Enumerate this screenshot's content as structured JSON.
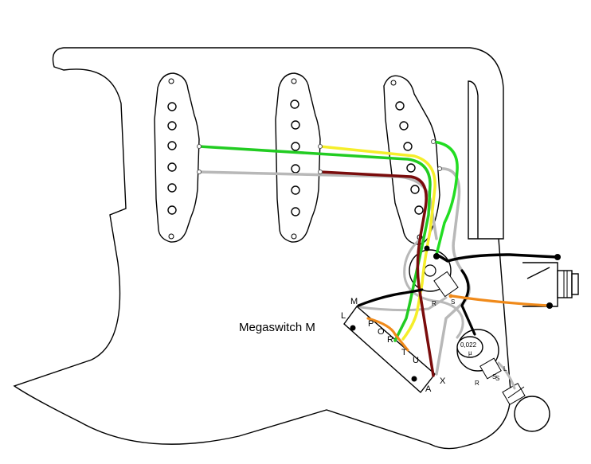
{
  "switch_title": "Megaswitch M",
  "switch_lugs": [
    "M",
    "L",
    "P",
    "O",
    "R",
    "T",
    "U",
    "X",
    "A"
  ],
  "capacitor_value": "0,022",
  "capacitor_unit": "µ",
  "pot_lugs": {
    "pot1": [
      "R",
      "S"
    ],
    "pot2": [
      "S",
      "L"
    ],
    "pot3": [
      "R",
      "S"
    ]
  },
  "colors": {
    "green": "#22cc22",
    "yellow": "#f5ee2a",
    "maroon": "#7a0c0c",
    "gray": "#b8b8b8",
    "black": "#000000",
    "orange": "#f08a1a",
    "lightgreen": "#22dd22"
  }
}
